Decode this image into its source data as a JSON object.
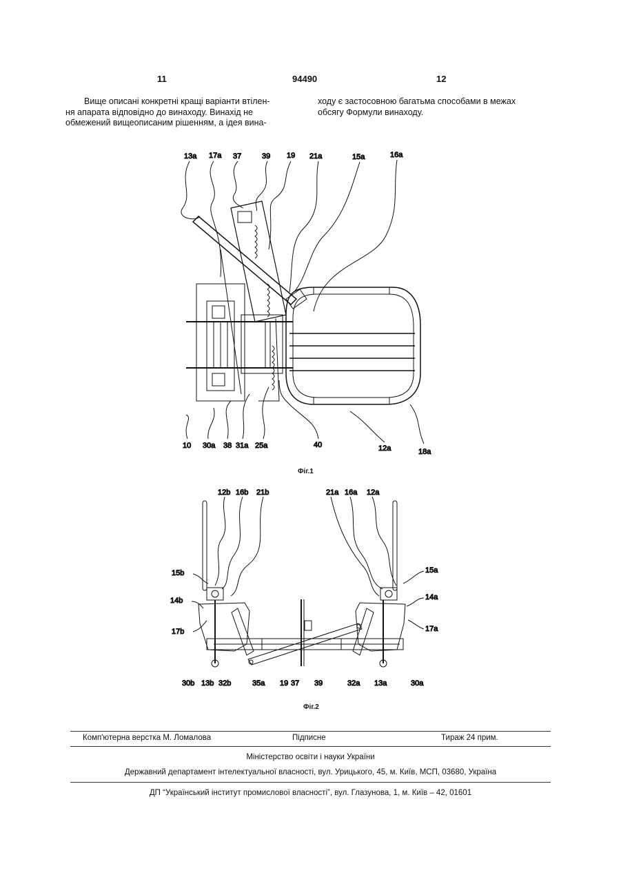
{
  "header": {
    "left_page": "11",
    "doc_number": "94490",
    "right_page": "12"
  },
  "text": {
    "left_column": [
      "Вище описані конкретні кращі варіанти втілен-",
      "ня апарата відповідно до винаходу. Винахід не",
      "обмежений вищеописаним рішенням, а ідея вина-"
    ],
    "right_column": [
      "ходу є застосовною багатьма способами в межах",
      "обсягу Формули винаходу."
    ]
  },
  "figure1": {
    "caption": "Фіг.1",
    "labels_top": [
      "13a",
      "17a",
      "37",
      "39",
      "19",
      "21a",
      "15a",
      "16a"
    ],
    "labels_bottom": [
      "10",
      "30a",
      "38",
      "31a",
      "25a",
      "40",
      "12a",
      "18a"
    ]
  },
  "figure2": {
    "caption": "Фіг.2",
    "labels_top": [
      "12b",
      "16b",
      "21b",
      "21a",
      "16a",
      "12a"
    ],
    "labels_left": [
      "15b",
      "14b",
      "17b"
    ],
    "labels_right": [
      "15a",
      "14a",
      "17a"
    ],
    "labels_bottom": [
      "30b",
      "13b",
      "32b",
      "35a",
      "19",
      "37",
      "39",
      "32a",
      "13a",
      "30a"
    ]
  },
  "footer": {
    "layout": "Комп'ютерна верстка М. Ломалова",
    "signed": "Підписне",
    "circulation": "Тираж 24 прим.",
    "ministry": "Міністерство освіти і науки України",
    "department": "Державний департамент інтелектуальної власності, вул. Урицького, 45, м. Київ, МСП, 03680, Україна",
    "institute": "ДП “Український інститут промислової власності”, вул. Глазунова, 1, м. Київ – 42, 01601"
  }
}
